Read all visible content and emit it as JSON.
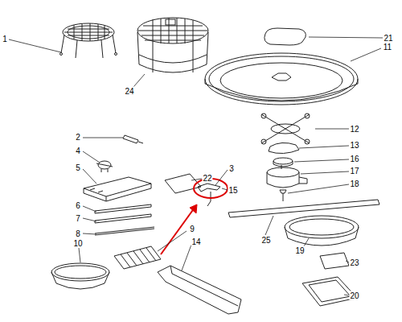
{
  "diagram": {
    "labels": [
      "1",
      "21",
      "11",
      "24",
      "12",
      "13",
      "2",
      "16",
      "4",
      "22",
      "3",
      "5",
      "17",
      "15",
      "18",
      "6",
      "7",
      "8",
      "9",
      "25",
      "14",
      "10",
      "19",
      "23",
      "20"
    ]
  }
}
